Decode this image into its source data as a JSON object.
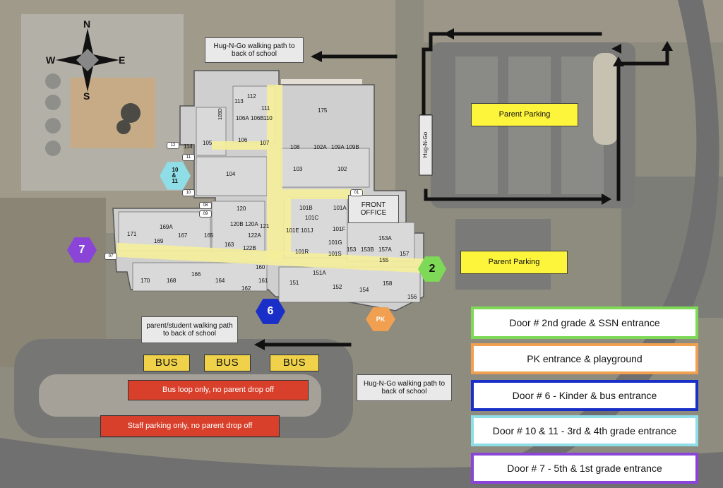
{
  "compass": {
    "north": "N",
    "south": "S",
    "east": "E",
    "west": "W"
  },
  "callouts": {
    "hug_go_top": "Hug-N-Go walking path to back of school",
    "hug_go_bottom": "Hug-N-Go walking path to back of school",
    "parent_student_path": "parent/student walking path to back of school",
    "front_office": "FRONT OFFICE",
    "hug_go_lane": "Hug-N-Go"
  },
  "parking": {
    "upper": "Parent Parking",
    "lower": "Parent Parking",
    "bus_loop": "Bus loop only, no parent drop off",
    "staff": "Staff parking only, no parent drop off"
  },
  "bus_labels": [
    "BUS",
    "BUS",
    "BUS"
  ],
  "door_markers": {
    "d2": "2",
    "d6": "6",
    "d7": "7",
    "d10_11": "10\n&\n11",
    "pk": "PK"
  },
  "legend": [
    {
      "text": "Door # 2nd grade & SSN entrance",
      "color": "#7ed957"
    },
    {
      "text": "PK entrance & playground",
      "color": "#f0a050"
    },
    {
      "text": "Door # 6 - Kinder & bus entrance",
      "color": "#1a2fc8"
    },
    {
      "text": "Door # 10 & 11 - 3rd & 4th grade entrance",
      "color": "#8fdde6"
    },
    {
      "text": "Door # 7 - 5th & 1st grade entrance",
      "color": "#8a44d8"
    }
  ],
  "rooms": {
    "r112": "112",
    "r113": "113",
    "r111": "111",
    "r106a": "106A",
    "r106b": "106B",
    "r110": "110",
    "r105d": "105D",
    "r105": "105",
    "r106": "106",
    "r107": "107",
    "r114": "114",
    "r175": "175",
    "r108": "108",
    "r102a": "102A",
    "r109a": "109A",
    "r109b": "109B",
    "r104": "104",
    "r103": "103",
    "r102": "102",
    "r120": "120",
    "r101b": "101B",
    "r101a": "101A",
    "r171": "171",
    "r169a": "169A",
    "r169": "169",
    "r167": "167",
    "r165": "165",
    "r120b": "120B",
    "r120a": "120A",
    "r122a": "122A",
    "r163": "163",
    "r122b": "122B",
    "r121": "121",
    "r101c": "101C",
    "r101e": "101E",
    "r101j": "101J",
    "r101f": "101F",
    "r101g": "101G",
    "r101r": "101R",
    "r101s": "101S",
    "r153": "153",
    "r153b": "153B",
    "r153a": "153A",
    "r157a": "157A",
    "r155": "155",
    "r157": "157",
    "r170": "170",
    "r168": "168",
    "r166": "166",
    "r164": "164",
    "r162": "162",
    "r160": "160",
    "r161": "161",
    "r151": "151",
    "r151a": "151A",
    "r152": "152",
    "r154": "154",
    "r158": "158",
    "r156": "156"
  },
  "door_tags": [
    "12",
    "11",
    "10",
    "08",
    "09",
    "07",
    "01"
  ]
}
